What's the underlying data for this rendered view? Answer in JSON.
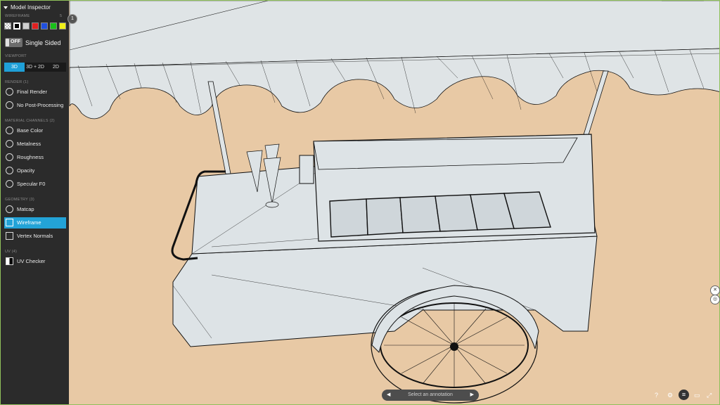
{
  "inspector": {
    "title": "Model Inspector",
    "badge": "1",
    "wireframe_label": "WIREFRAME",
    "wireframe_value": "5",
    "swatches": [
      "checker",
      "#000000",
      "#d0d0d0",
      "#e02020",
      "#2050e0",
      "#18c018",
      "#f0f018"
    ],
    "toggle_label": "OFF",
    "single_sided_label": "Single Sided",
    "viewport_label": "VIEWPORT",
    "viewport_buttons": [
      "3D",
      "3D + 2D",
      "2D"
    ],
    "render_label": "RENDER (1)",
    "render_items": [
      "Final Render",
      "No Post-Processing"
    ],
    "material_label": "MATERIAL CHANNELS (2)",
    "material_items": [
      "Base Color",
      "Metalness",
      "Roughness",
      "Opacity",
      "Specular F0"
    ],
    "geometry_label": "GEOMETRY (3)",
    "geometry_items": [
      "Matcap",
      "Wireframe",
      "Vertex Normals"
    ],
    "uv_label": "UV (4)",
    "uv_items": [
      "UV Checker"
    ]
  },
  "annotation_bar": {
    "text": "Select an annotation"
  },
  "colors": {
    "background": "#e8c9a5",
    "mesh_fill": "#dde3e6",
    "accent": "#23a3d7",
    "panel": "#2b2b2b"
  }
}
